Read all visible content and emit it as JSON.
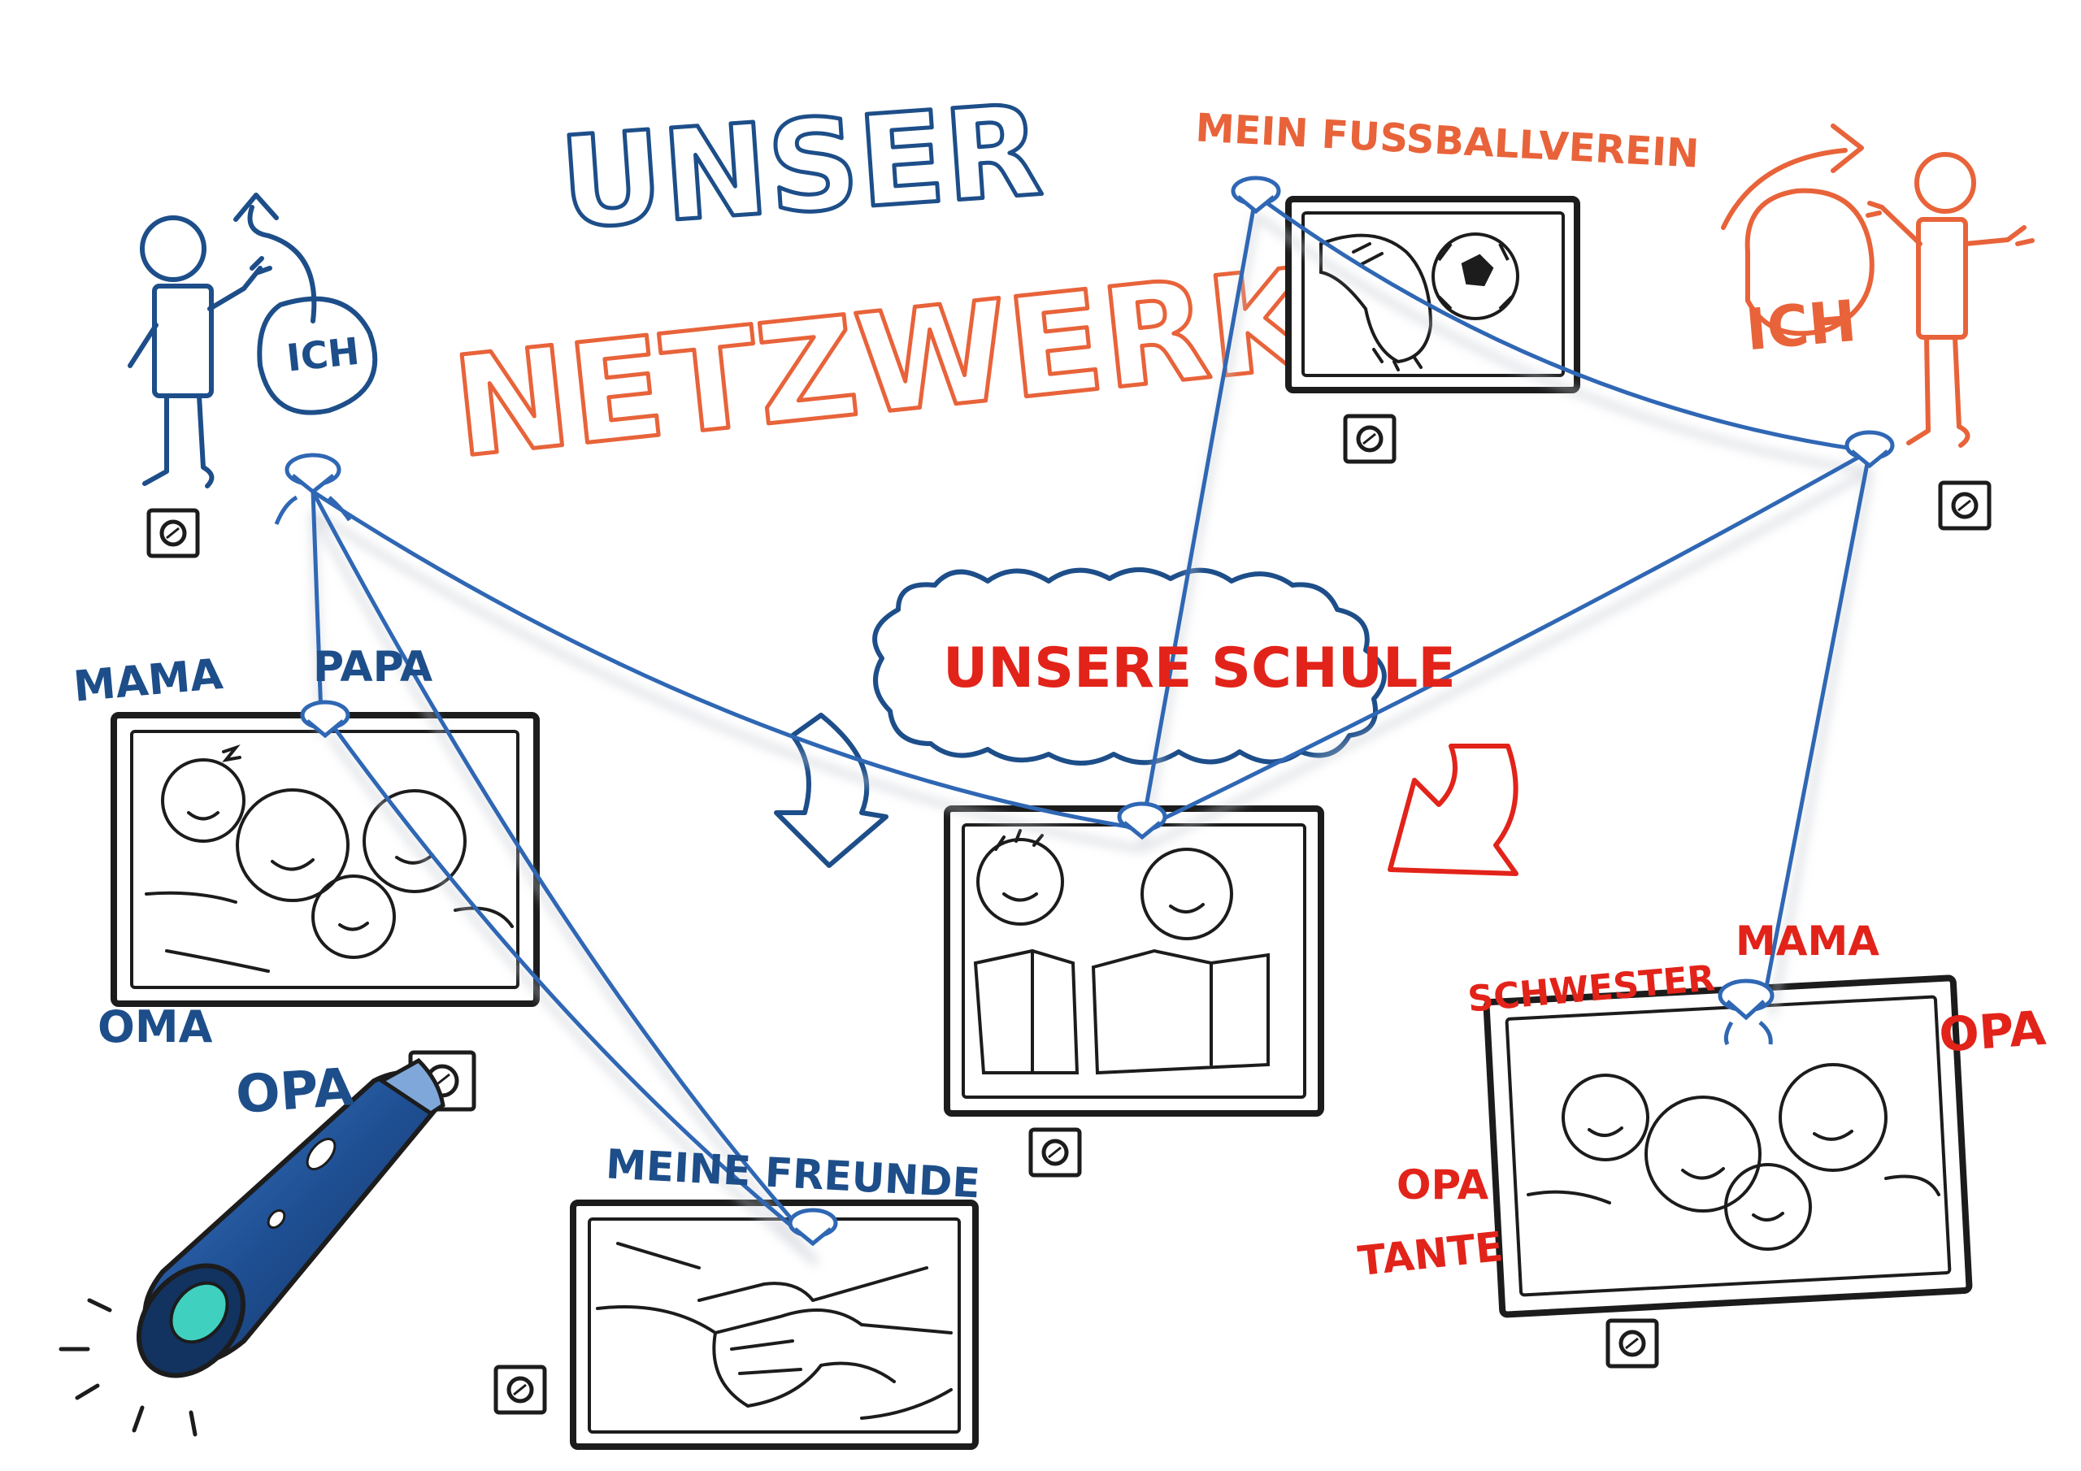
{
  "title": {
    "line1": "UNSER",
    "line2": "NETZWERK"
  },
  "colors": {
    "blue": "#1d4e89",
    "orange": "#e8633a",
    "red": "#e2231a",
    "string": "#2f67b4",
    "ink": "#1c1c1c",
    "teal": "#3fd0c0"
  },
  "left_person": {
    "bubble": "ICH"
  },
  "right_person": {
    "bubble": "ICH"
  },
  "family_left": {
    "labels": [
      "MAMA",
      "PAPA",
      "OMA",
      "OPA"
    ]
  },
  "school": {
    "label": "UNSERE SCHULE"
  },
  "club": {
    "label": "MEIN FUSSBALLVEREIN"
  },
  "friends": {
    "label": "MEINE FREUNDE"
  },
  "family_right": {
    "labels": [
      "SCHWESTER",
      "MAMA",
      "OPA",
      "OPA",
      "TANTE"
    ]
  }
}
